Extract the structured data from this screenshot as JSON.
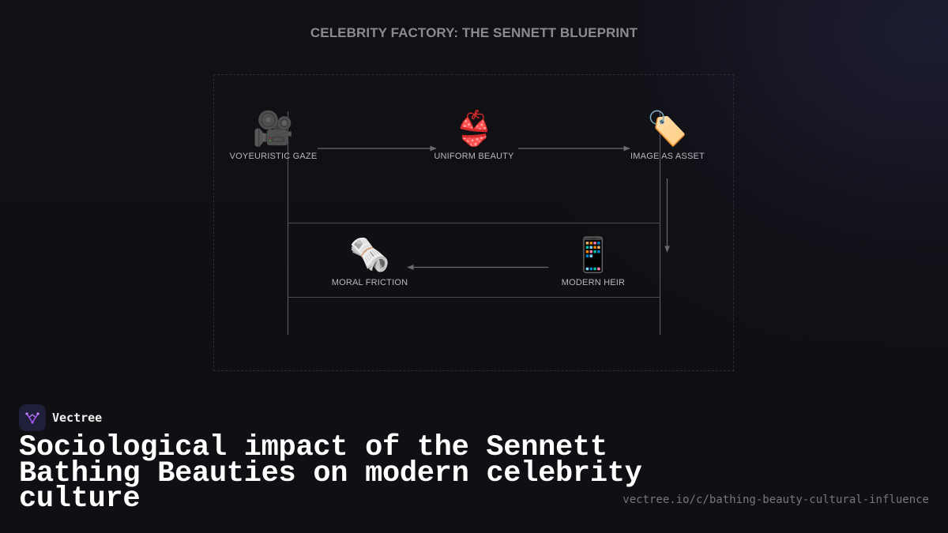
{
  "diagram": {
    "title": "CELEBRITY FACTORY: THE SENNETT BLUEPRINT",
    "nodes": [
      {
        "id": "voyeuristic-gaze",
        "icon": "🎥",
        "icon_name": "movie-camera-icon",
        "label": "VOYEURISTIC GAZE"
      },
      {
        "id": "uniform-beauty",
        "icon": "👙",
        "icon_name": "bikini-icon",
        "label": "UNIFORM BEAUTY"
      },
      {
        "id": "image-as-asset",
        "icon": "🏷️",
        "icon_name": "price-tag-icon",
        "label": "IMAGE AS ASSET"
      },
      {
        "id": "moral-friction",
        "icon": "🗞️",
        "icon_name": "rolled-newspaper-icon",
        "label": "MORAL FRICTION"
      },
      {
        "id": "modern-heir",
        "icon": "📱",
        "icon_name": "mobile-phone-icon",
        "label": "MODERN HEIR"
      }
    ],
    "edges": [
      {
        "from": "voyeuristic-gaze",
        "to": "uniform-beauty"
      },
      {
        "from": "uniform-beauty",
        "to": "image-as-asset"
      },
      {
        "from": "image-as-asset",
        "to": "modern-heir"
      },
      {
        "from": "modern-heir",
        "to": "moral-friction"
      }
    ]
  },
  "brand": {
    "name": "Vectree",
    "accent": "#a855f7",
    "logo_bg": "#1f1f3a"
  },
  "headline": "Sociological impact of the Sennett Bathing Beauties on modern celebrity culture",
  "url": "vectree.io/c/bathing-beauty-cultural-influence",
  "colors": {
    "background": "#0f0f13",
    "title": "#8a8a90",
    "label": "#b8b8be",
    "line": "#55555c"
  }
}
